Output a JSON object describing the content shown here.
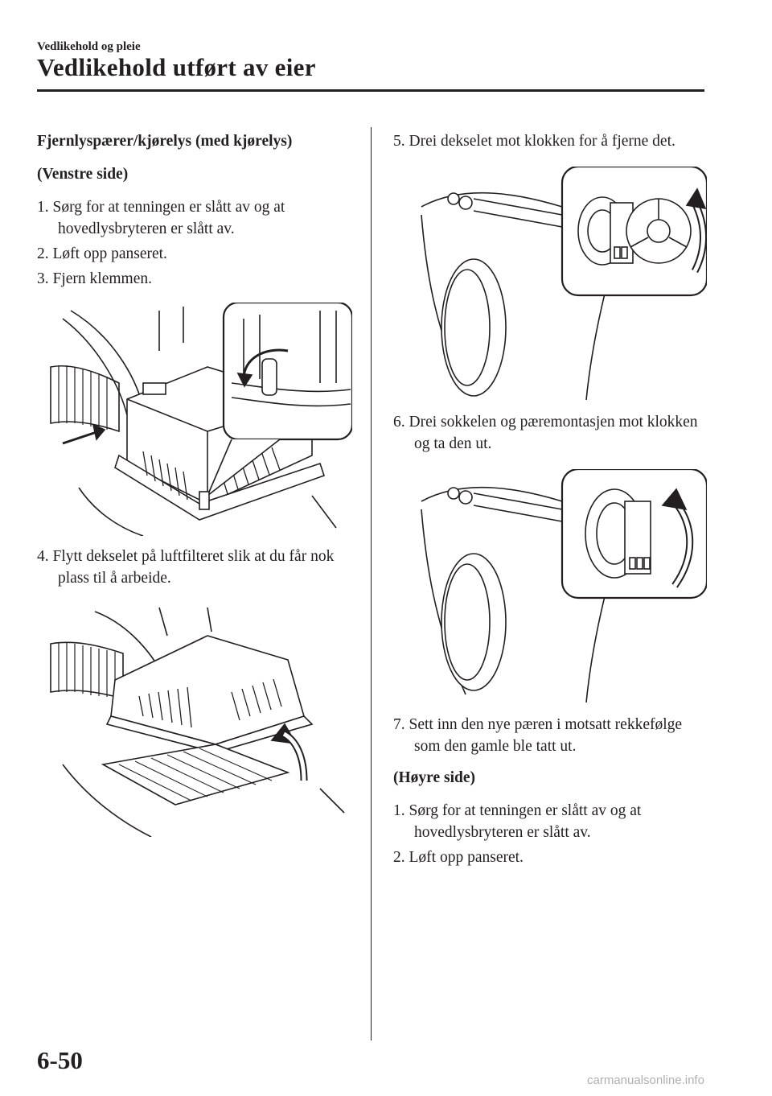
{
  "header": {
    "section": "Vedlikehold og pleie",
    "title": "Vedlikehold utført av eier"
  },
  "left_column": {
    "heading": "Fjernlyspærer/kjørelys (med kjørelys)",
    "subheading": "(Venstre side)",
    "steps": [
      "1. Sørg for at tenningen er slått av og at hovedlysbryteren er slått av.",
      "2. Løft opp panseret.",
      "3. Fjern klemmen.",
      "4. Flytt dekselet på luftfilteret slik at du får nok plass til å arbeide."
    ]
  },
  "right_column": {
    "steps": [
      "5. Drei dekselet mot klokken for å fjerne det.",
      "6. Drei sokkelen og pæremontasjen mot klokken og ta den ut.",
      "7. Sett inn den nye pæren i motsatt rekkefølge som den gamle ble tatt ut."
    ],
    "subheading": "(Høyre side)",
    "steps_right_side": [
      "1. Sørg for at tenningen er slått av og at hovedlysbryteren er slått av.",
      "2. Løft opp panseret."
    ]
  },
  "footer": {
    "page_number": "6-50",
    "watermark": "carmanualsonline.info"
  }
}
